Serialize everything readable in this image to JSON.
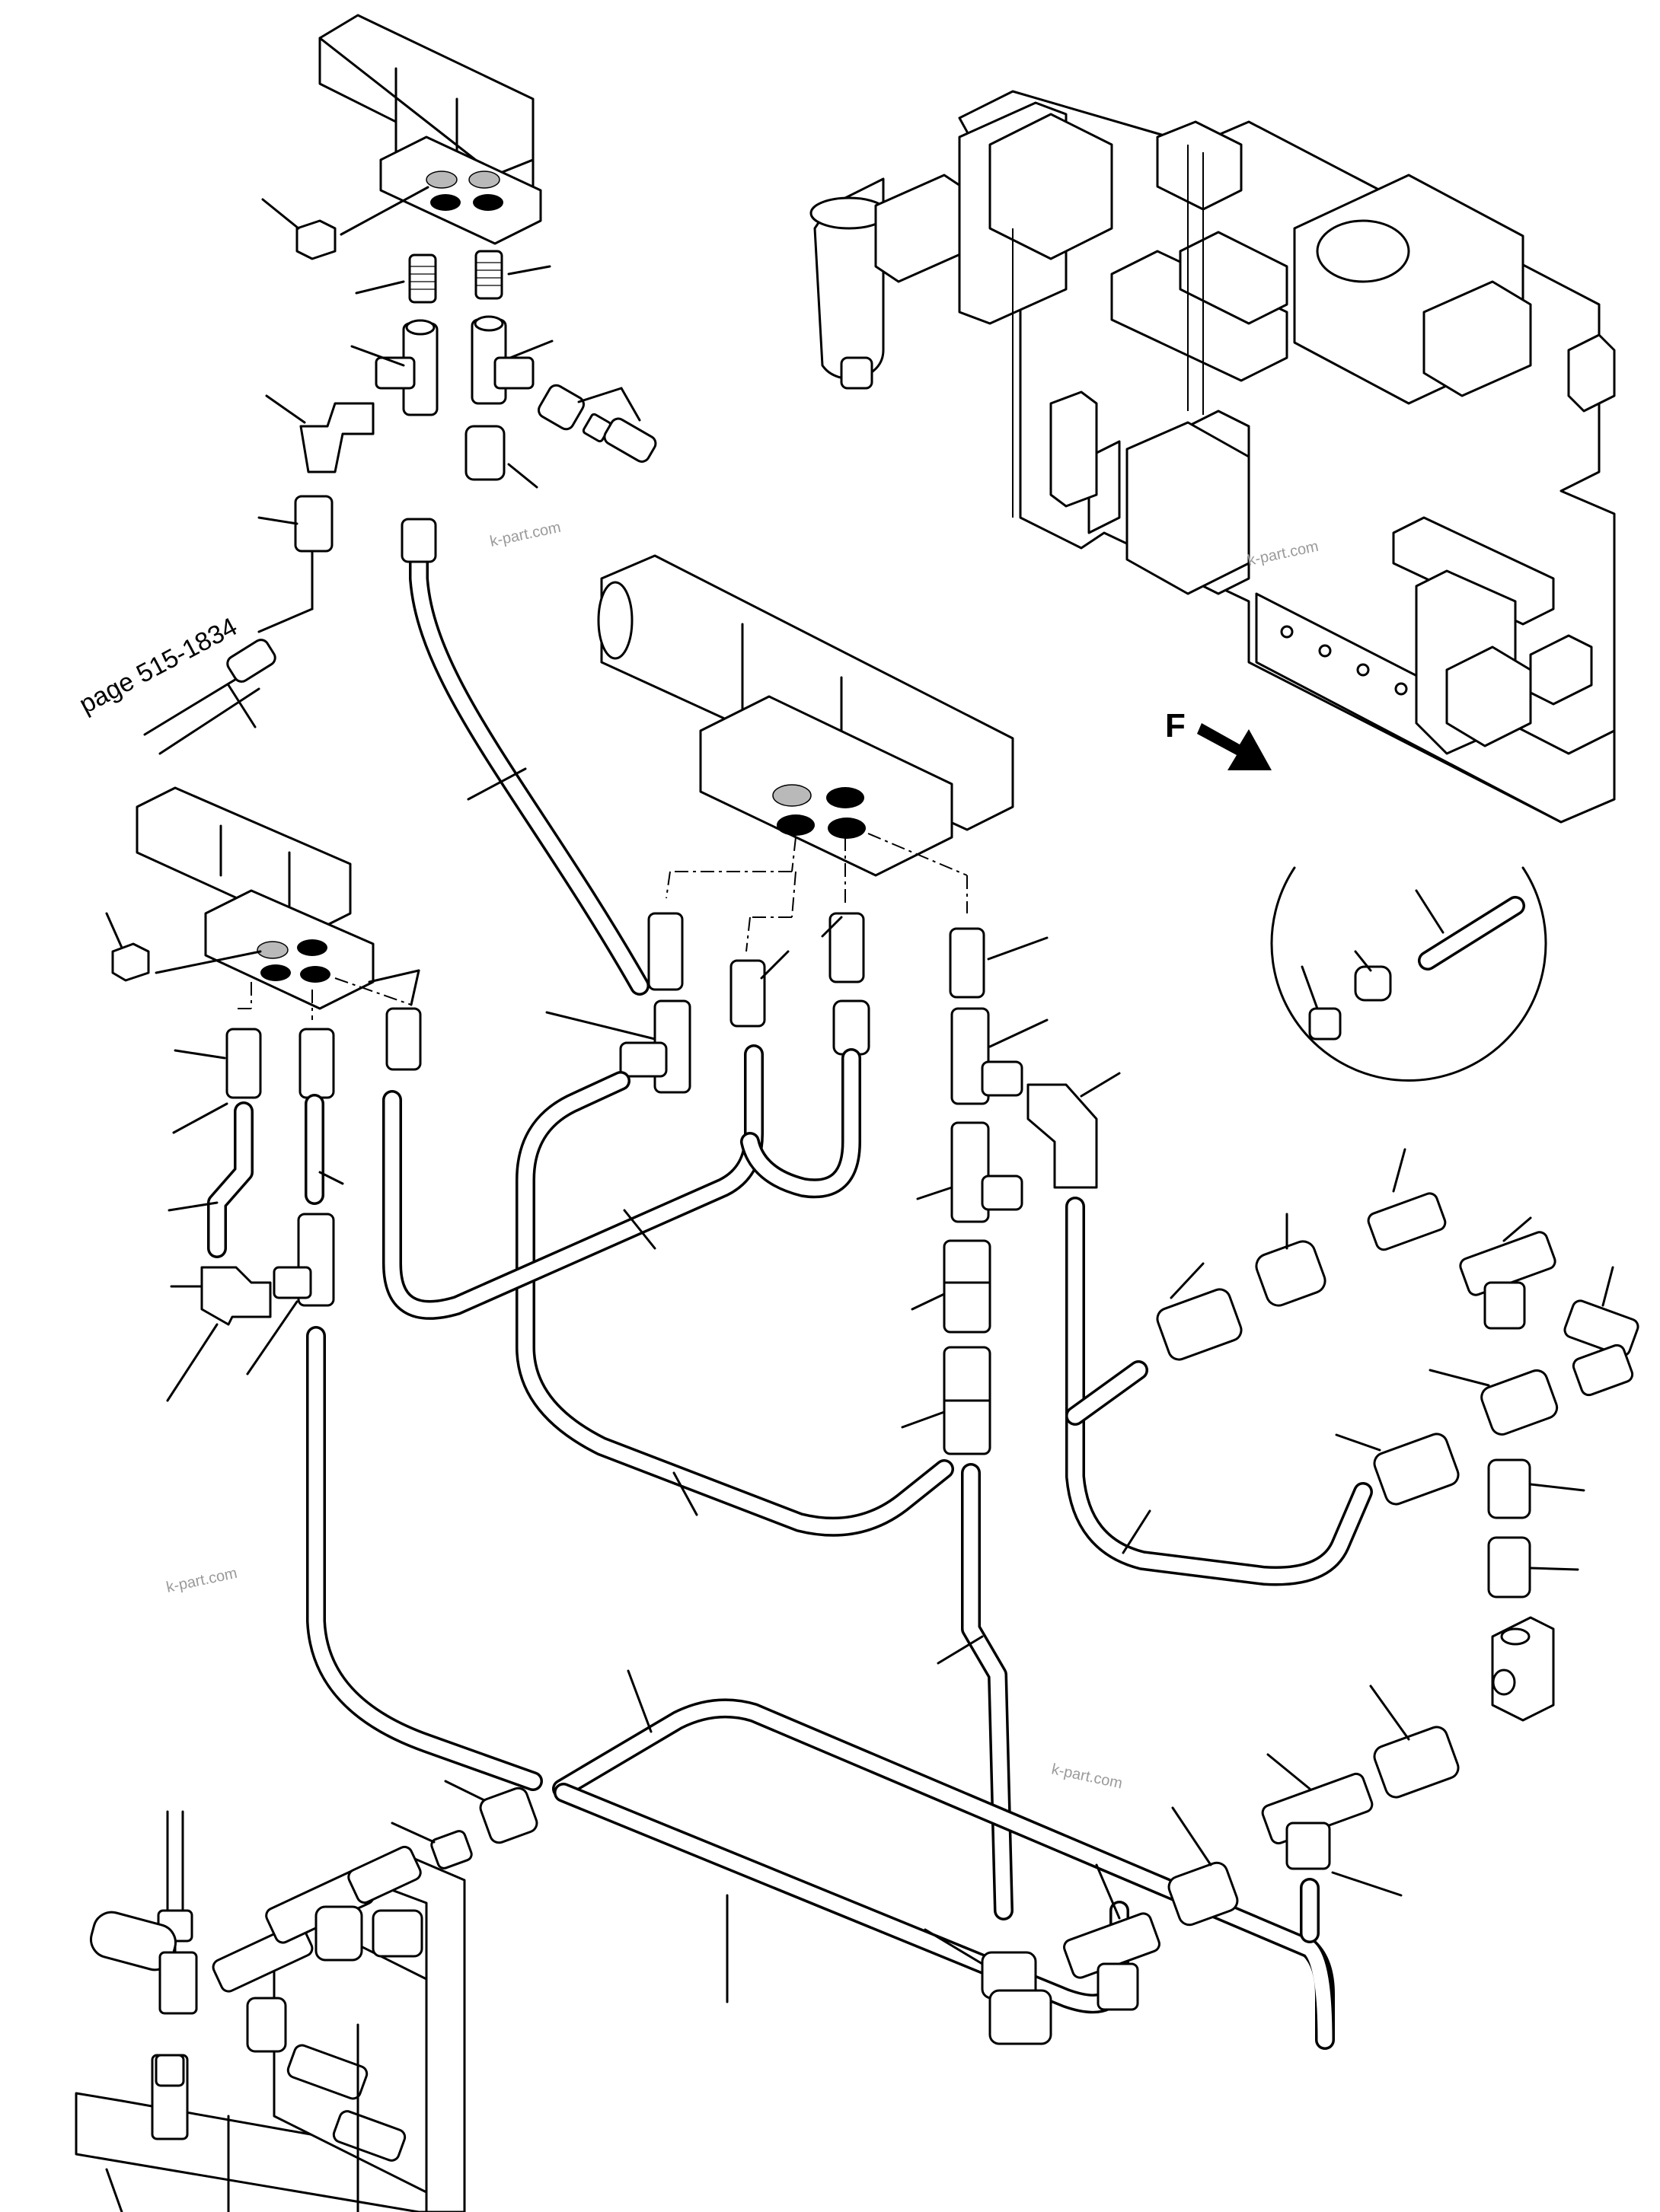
{
  "diagram": {
    "reference_label": "page 515-1834",
    "direction_label": "F",
    "watermarks": [
      "k-part.com",
      "k-part.com",
      "k-part.com",
      "k-part.com"
    ]
  }
}
